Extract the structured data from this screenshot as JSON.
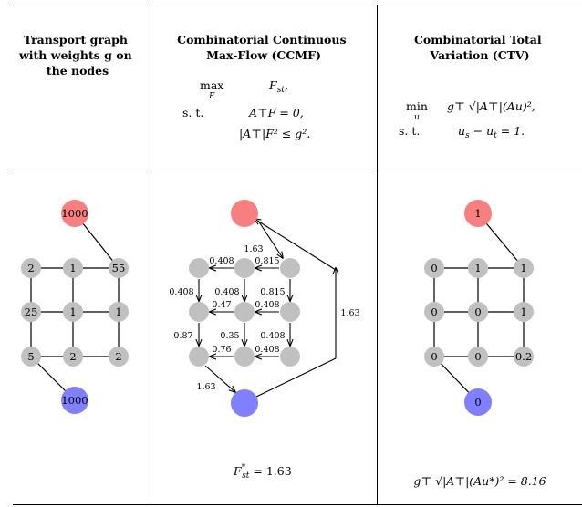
{
  "table": {
    "headers": [
      [
        "Transport graph",
        "with weights g on",
        "the nodes"
      ],
      [
        "Combinatorial Continuous",
        "Max-Flow (CCMF)"
      ],
      [
        "Combinatorial Total",
        "Variation (CTV)"
      ]
    ]
  },
  "ccmf": {
    "max": "max",
    "var": "F",
    "obj": "F",
    "obj_sub": "st",
    "st": "s. t.",
    "c1": "A⊤F = 0,",
    "c2": "|A⊤|F² ≤ g²."
  },
  "ctv": {
    "min": "min",
    "var": "u",
    "obj": "g⊤ √|A⊤|(Au)²,",
    "st": "s. t.",
    "c1": "u",
    "c1_s": "s",
    "c1_mid": " − u",
    "c1_t": "t",
    "c1_end": " = 1."
  },
  "graph1": {
    "source": "1000",
    "sink": "1000",
    "grid": [
      [
        "2",
        "1",
        "55"
      ],
      [
        "25",
        "1",
        "1"
      ],
      [
        "5",
        "2",
        "2"
      ]
    ]
  },
  "graph2": {
    "edge_labels": {
      "top": "1.63",
      "r1a": "0.408",
      "r1b": "0.815",
      "v1a": "0.408",
      "v1b": "0.408",
      "v1c": "0.815",
      "r2a": "0.47",
      "r2b": "0.408",
      "v2a": "0.87",
      "v2b": "0.35",
      "v2c": "0.408",
      "r3a": "0.76",
      "r3b": "0.408",
      "bottom": "1.63",
      "side": "1.63"
    },
    "result": "F",
    "result_sup": "*",
    "result_sub": "st",
    "result_val": " = 1.63"
  },
  "graph3": {
    "source": "1",
    "sink": "0",
    "grid": [
      [
        "0",
        "1",
        "1"
      ],
      [
        "0",
        "0",
        "1"
      ],
      [
        "0",
        "0",
        "0.2"
      ]
    ],
    "result": "g⊤ √|A⊤|(Au*)² = 8.16"
  },
  "colors": {
    "source": "#f77f7f",
    "sink": "#8080ff",
    "node": "#c0c0c0"
  }
}
